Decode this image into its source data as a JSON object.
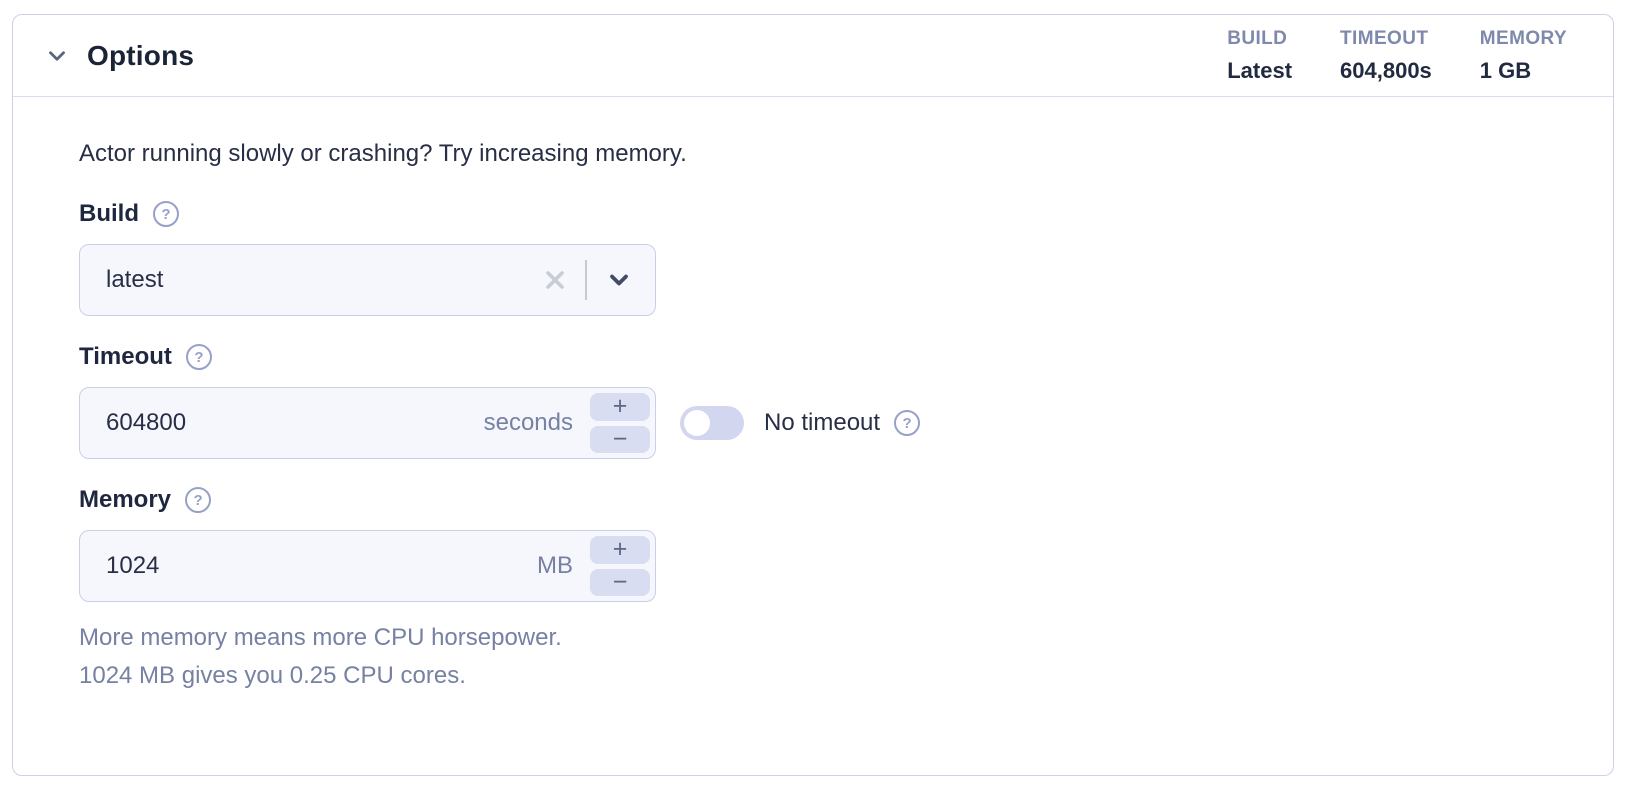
{
  "panel": {
    "header": {
      "title": "Options",
      "summary": [
        {
          "label": "BUILD",
          "value": "Latest"
        },
        {
          "label": "TIMEOUT",
          "value": "604,800s"
        },
        {
          "label": "MEMORY",
          "value": "1 GB"
        }
      ]
    },
    "body": {
      "intro": "Actor running slowly or crashing? Try increasing memory.",
      "build": {
        "label": "Build",
        "value": "latest"
      },
      "timeout": {
        "label": "Timeout",
        "value": "604800",
        "unit": "seconds",
        "toggle_label": "No timeout",
        "toggle_state": "off"
      },
      "memory": {
        "label": "Memory",
        "value": "1024",
        "unit": "MB",
        "helper_line1": "More memory means more CPU horsepower.",
        "helper_line2": "1024 MB gives you 0.25 CPU cores."
      }
    }
  },
  "icons": {
    "collapse": "chevron-down",
    "help": "question-mark-circle",
    "help_glyph": "?",
    "clear": "x-mark",
    "dropdown": "chevron-down",
    "increment": "+",
    "decrement": "−"
  },
  "colors": {
    "panel_border": "#ccd1e8",
    "input_background": "#f6f7fc",
    "input_border": "#c9cfe9",
    "stepper_background": "#d9ddf1",
    "toggle_track": "#d2d6ee",
    "text_primary": "#272e45",
    "text_secondary": "#7681a3",
    "summary_label": "#7e89ab"
  }
}
